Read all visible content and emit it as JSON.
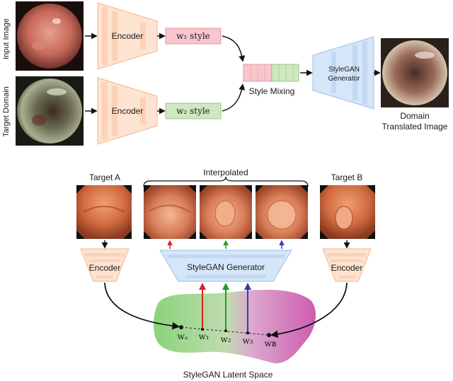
{
  "colors": {
    "encoder_fill": "#fde3d0",
    "encoder_stroke": "#f3b48c",
    "w1_fill": "#f8c6cc",
    "w2_fill": "#cfe8c0",
    "generator_fill": "#d5e6f8",
    "generator_stroke": "#9cc0e6",
    "arrow_red": "#e02020",
    "arrow_green": "#1aa020",
    "arrow_blue": "#3040a0",
    "latent_green": "#7ccf6a",
    "latent_magenta": "#c84aa8"
  },
  "top": {
    "input_label": "Input Image",
    "target_label": "Target Domain",
    "encoder_label": "Encoder",
    "w1_style": "w₁ style",
    "w2_style": "w₂ style",
    "style_mixing": "Style Mixing",
    "generator_line1": "StyleGAN",
    "generator_line2": "Generator",
    "output_line1": "Domain",
    "output_line2": "Translated Image"
  },
  "bottom": {
    "target_a": "Target A",
    "target_b": "Target B",
    "interpolated": "Interpolated",
    "encoder_label": "Encoder",
    "generator_label": "StyleGAN Generator",
    "latent_label": "StyleGAN Latent Space",
    "points": [
      "wₐ",
      "w₁",
      "w₂",
      "w₃",
      "wʙ"
    ]
  }
}
